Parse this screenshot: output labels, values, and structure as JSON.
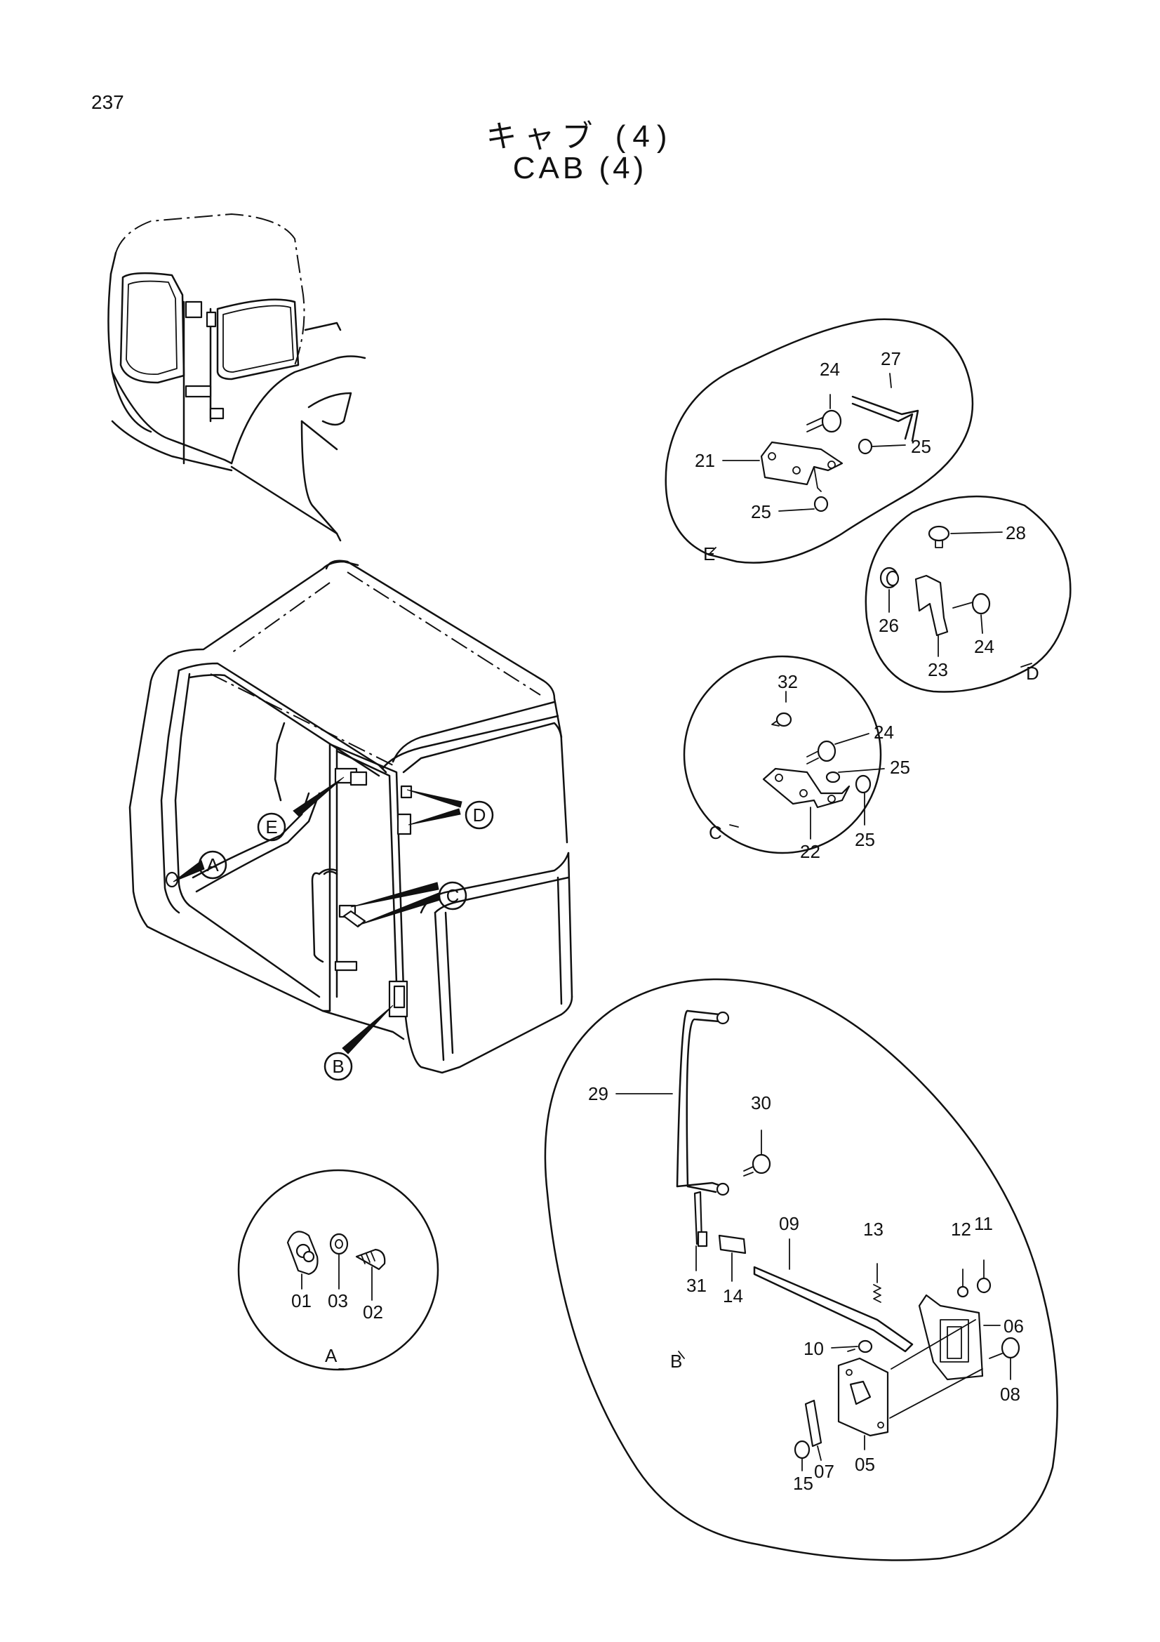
{
  "page_number": "237",
  "title_jp": "キャブ (4)",
  "title_en": "CAB (4)",
  "callouts": [
    "A",
    "B",
    "C",
    "D",
    "E"
  ],
  "details": {
    "A": {
      "letter": "A",
      "parts": [
        "01",
        "03",
        "02"
      ]
    },
    "B": {
      "letter": "B",
      "parts": [
        "29",
        "30",
        "31",
        "14",
        "09",
        "13",
        "12",
        "11",
        "06",
        "10",
        "08",
        "05",
        "07",
        "15"
      ]
    },
    "C": {
      "letter": "C",
      "parts": [
        "32",
        "24",
        "25",
        "22",
        "25"
      ]
    },
    "D": {
      "letter": "D",
      "parts": [
        "28",
        "26",
        "23",
        "24"
      ]
    },
    "E": {
      "letter": "E",
      "parts": [
        "24",
        "27",
        "21",
        "25",
        "25"
      ]
    }
  }
}
